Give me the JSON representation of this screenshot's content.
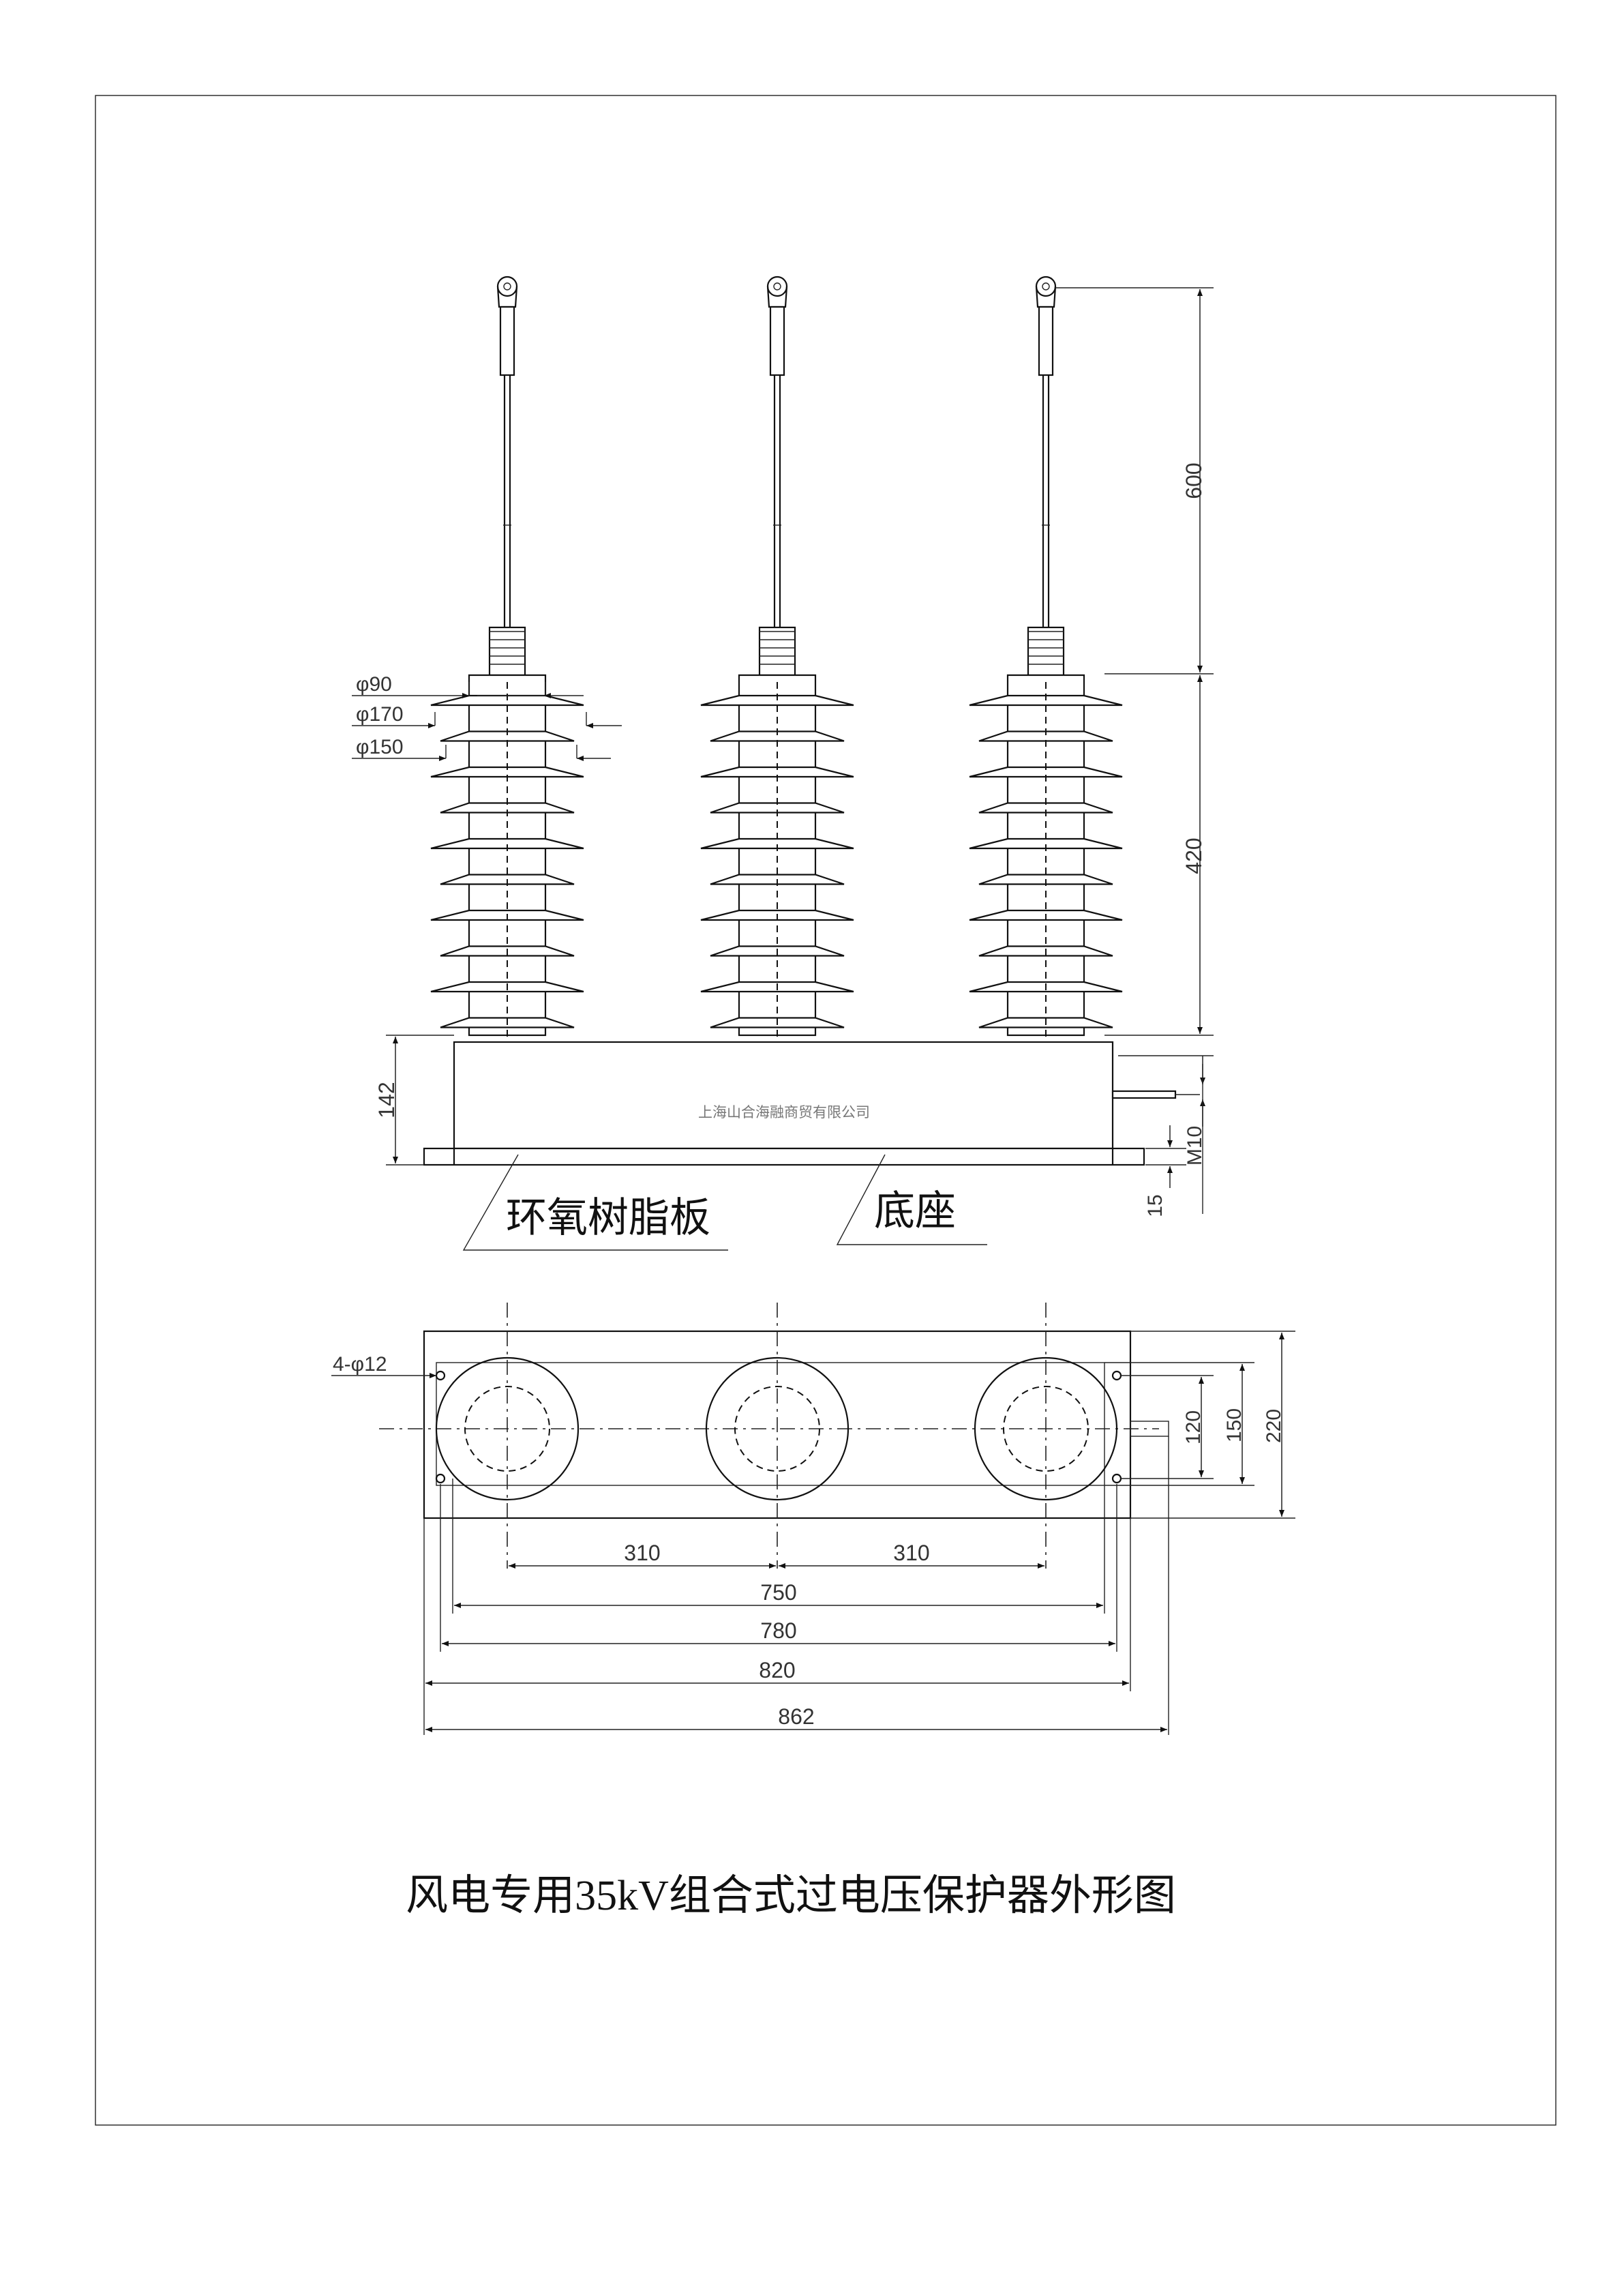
{
  "title": "风电专用35kV组合式过电压保护器外形图",
  "watermark": "上海山合海融商贸有限公司",
  "labels": {
    "epoxy_board": "环氧树脂板",
    "base": "底座"
  },
  "front_view_dims": {
    "d90": "φ90",
    "d170": "φ170",
    "d150": "φ150",
    "h600": "600",
    "h420": "420",
    "h142": "142",
    "m10": "M10",
    "h15": "15"
  },
  "plan_view_dims": {
    "holes": "4-φ12",
    "p310a": "310",
    "p310b": "310",
    "w750": "750",
    "w780": "780",
    "w820": "820",
    "w862": "862",
    "d120": "120",
    "d150": "150",
    "d220": "220"
  },
  "colors": {
    "line": "#111111",
    "text": "#333333",
    "background": "#ffffff"
  }
}
